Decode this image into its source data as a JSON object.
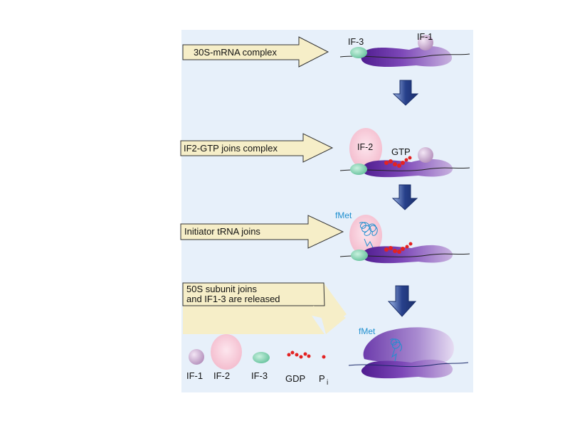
{
  "steps": [
    {
      "arrow_text": "30S-mRNA complex"
    },
    {
      "arrow_text": "IF2-GTP joins complex",
      "gtp_label": "GTP",
      "if2_label": "IF-2"
    },
    {
      "arrow_text": "Initiator tRNA joins",
      "fmet_label": "fMet"
    },
    {
      "arrow_text_line1": "50S subunit joins",
      "arrow_text_line2": "and IF1-3 are released",
      "fmet_label": "fMet"
    }
  ],
  "factors": {
    "if3": "IF-3",
    "if1": "IF-1"
  },
  "legend": {
    "if1": "IF-1",
    "if2": "IF-2",
    "if3": "IF-3",
    "gdp": "GDP",
    "pi": "P",
    "pi_sub": "i"
  },
  "colors": {
    "panel": "#e7f0fa",
    "arrow_fill": "#f6eec8",
    "down_arrow": "#27408b",
    "ribosome": "#6a2ea8",
    "if3": "#8fd9b6",
    "if1": "#c9a7cf",
    "if2": "#f6cbd8",
    "gtp": "#e32222",
    "trna": "#1f8fcf"
  }
}
